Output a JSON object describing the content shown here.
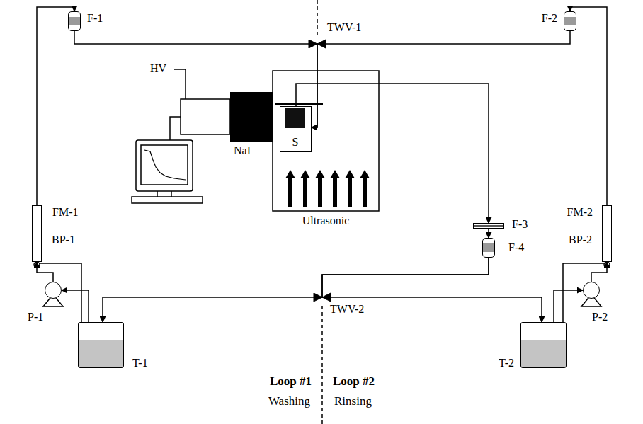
{
  "diagram": {
    "nodes": [
      {
        "text": [
          "F-1"
        ]
      },
      {
        "text": [
          "F-2"
        ]
      },
      {
        "text": [
          "S"
        ]
      },
      {
        "text": [
          "F-3"
        ]
      },
      {
        "text": [
          "F-4"
        ]
      },
      {
        "text": [
          "FM-1"
        ]
      },
      {
        "text": [
          "FM-2"
        ]
      },
      {
        "text": [
          "P-1"
        ]
      },
      {
        "text": [
          "P-2"
        ]
      },
      {
        "text": [
          "T-1"
        ]
      },
      {
        "text": [
          "T-2"
        ]
      }
    ],
    "edges": [
      {
        "from": 0,
        "to": 2,
        "arrow": "to"
      },
      {
        "from": 1,
        "to": 2,
        "arrow": "to"
      },
      {
        "from": 2,
        "to": 3,
        "arrow": "to"
      },
      {
        "from": 3,
        "to": 4,
        "arrow": "to"
      },
      {
        "from": 4,
        "to": 9,
        "arrow": "to"
      },
      {
        "from": 4,
        "to": 10,
        "arrow": "to"
      },
      {
        "from": 9,
        "to": 7,
        "arrow": "to"
      },
      {
        "from": 10,
        "to": 8,
        "arrow": "to"
      },
      {
        "from": 7,
        "to": 5,
        "arrow": "to"
      },
      {
        "from": 8,
        "to": 6,
        "arrow": "to"
      },
      {
        "from": 5,
        "to": 0,
        "arrow": "to"
      },
      {
        "from": 6,
        "to": 1,
        "arrow": "to"
      }
    ],
    "labels": [
      "TWV-1",
      "HV",
      "NaI",
      "Ultrasonic",
      "BP-1",
      "BP-2",
      "TWV-2",
      "Loop #1",
      "Washing",
      "Loop #2",
      "Rinsing"
    ]
  }
}
